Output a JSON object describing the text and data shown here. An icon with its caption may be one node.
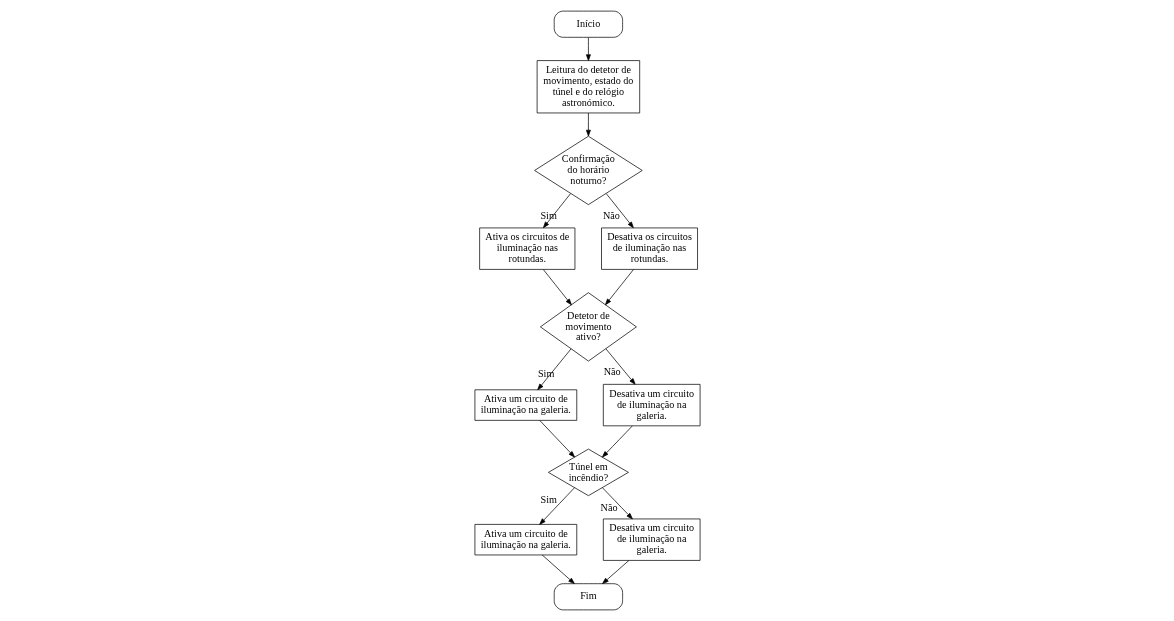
{
  "diagram": {
    "nodes": [
      {
        "text": [
          "Início"
        ]
      },
      {
        "text": [
          "Leitura do detetor de movimento, estado do túnel e do relógio astronómico."
        ]
      },
      {
        "text": [
          "Confirmação do horário noturno?"
        ]
      },
      {
        "text": [
          "Ativa os circuitos de iluminação nas rotundas."
        ]
      },
      {
        "text": [
          "Desativa os circuitos de iluminação nas rotundas."
        ]
      },
      {
        "text": [
          "Detetor de movimento ativo?"
        ]
      },
      {
        "text": [
          "Ativa um circuito de iluminação na galeria."
        ]
      },
      {
        "text": [
          "Desativa um circuito de iluminação na galeria."
        ]
      },
      {
        "text": [
          "Túnel em incêndio?"
        ]
      },
      {
        "text": [
          "Ativa um circuito de iluminação na galeria."
        ]
      },
      {
        "text": [
          "Desativa um circuito de iluminação na galeria."
        ]
      },
      {
        "text": [
          "Fim"
        ]
      }
    ],
    "edges": [
      {
        "from": 0,
        "to": 1,
        "arrow": "to"
      },
      {
        "from": 1,
        "to": 2,
        "arrow": "to"
      },
      {
        "from": 2,
        "to": 3,
        "arrow": "to",
        "label": "Sim"
      },
      {
        "from": 2,
        "to": 4,
        "arrow": "to",
        "label": "Não"
      },
      {
        "from": 3,
        "to": 5,
        "arrow": "to"
      },
      {
        "from": 4,
        "to": 5,
        "arrow": "to"
      },
      {
        "from": 5,
        "to": 6,
        "arrow": "to",
        "label": "Sim"
      },
      {
        "from": 5,
        "to": 7,
        "arrow": "to",
        "label": "Não"
      },
      {
        "from": 6,
        "to": 8,
        "arrow": "to"
      },
      {
        "from": 7,
        "to": 8,
        "arrow": "to"
      },
      {
        "from": 8,
        "to": 9,
        "arrow": "to",
        "label": "Sim"
      },
      {
        "from": 8,
        "to": 10,
        "arrow": "to",
        "label": "Não"
      },
      {
        "from": 9,
        "to": 11,
        "arrow": "to"
      },
      {
        "from": 10,
        "to": 11,
        "arrow": "to"
      }
    ]
  }
}
